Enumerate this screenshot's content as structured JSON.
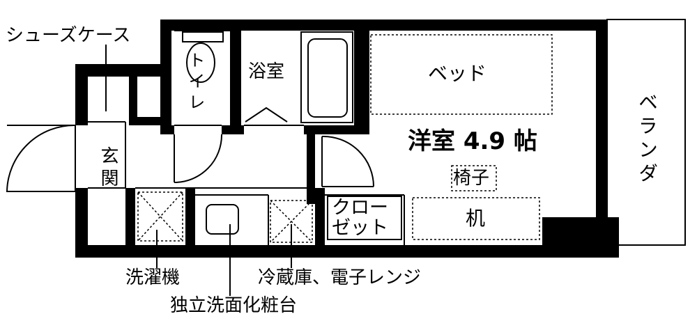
{
  "labels": {
    "shoe_case": "シューズケース",
    "toilet": "トイレ",
    "bathroom": "浴室",
    "bed": "ベッド",
    "room": "洋室 4.9 帖",
    "veranda": "ベランダ",
    "entrance": "玄関",
    "chair": "椅子",
    "closet_line1": "クロー",
    "closet_line2": "ゼット",
    "desk": "机",
    "washer": "洗濯機",
    "vanity": "独立洗面化粧台",
    "fridge": "冷蔵庫、電子レンジ"
  },
  "colors": {
    "wall": "#000000",
    "background": "#ffffff",
    "furniture_outline": "#000000"
  }
}
